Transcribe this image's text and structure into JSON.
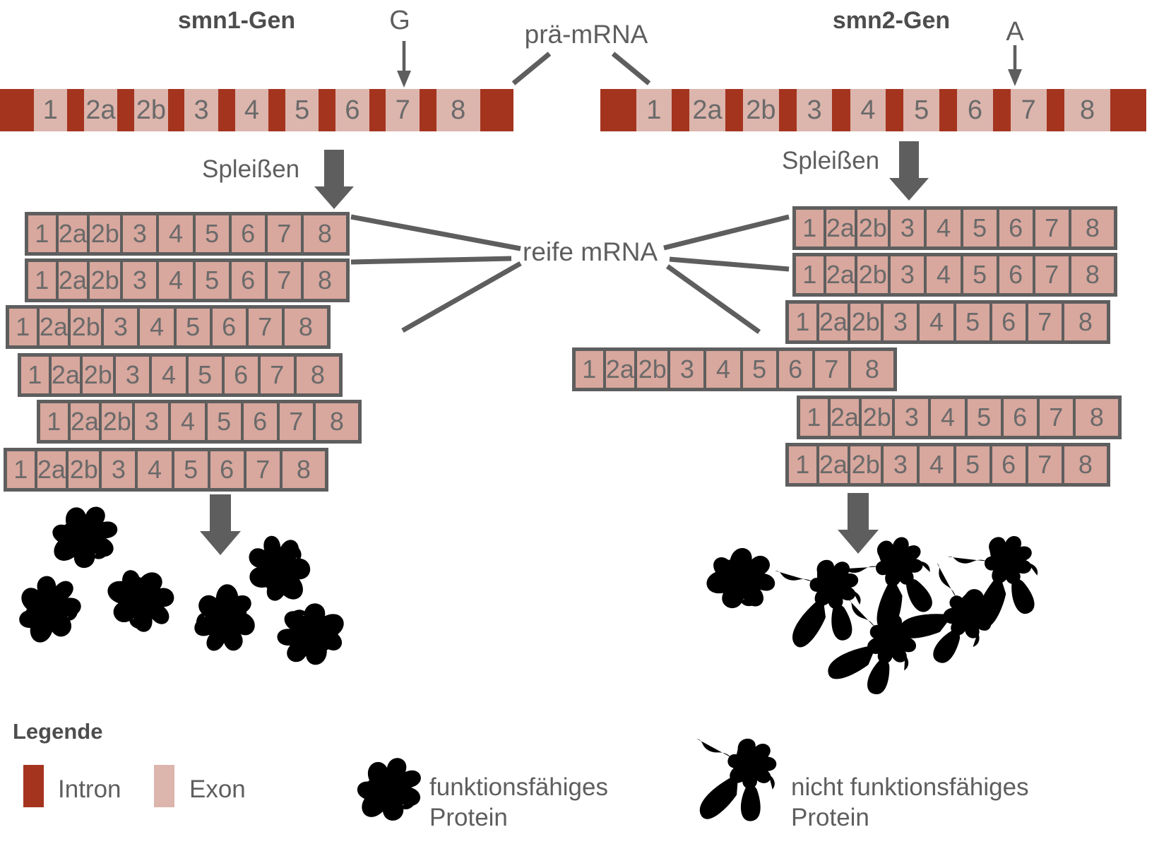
{
  "titles": {
    "left_gene": "smn1-Gen",
    "right_gene": "smn2-Gen",
    "mutation_left": "G",
    "mutation_right": "A",
    "pre_mrna": "prä-mRNA",
    "mature_mrna": "reife mRNA",
    "splicing_left": "Spleißen",
    "splicing_right": "Spleißen"
  },
  "gene_bar": {
    "segments": [
      {
        "type": "intron"
      },
      {
        "type": "exon",
        "label": "1"
      },
      {
        "type": "intron"
      },
      {
        "type": "exon",
        "label": "2a"
      },
      {
        "type": "intron"
      },
      {
        "type": "exon",
        "label": "2b"
      },
      {
        "type": "intron"
      },
      {
        "type": "exon",
        "label": "3"
      },
      {
        "type": "intron"
      },
      {
        "type": "exon",
        "label": "4"
      },
      {
        "type": "intron"
      },
      {
        "type": "exon",
        "label": "5"
      },
      {
        "type": "intron"
      },
      {
        "type": "exon",
        "label": "6"
      },
      {
        "type": "intron"
      },
      {
        "type": "exon",
        "label": "7"
      },
      {
        "type": "intron"
      },
      {
        "type": "exon",
        "label": "8"
      },
      {
        "type": "intron"
      }
    ]
  },
  "mrna": {
    "cells": [
      "1",
      "2a",
      "2b",
      "3",
      "4",
      "5",
      "6",
      "7",
      "8"
    ],
    "left_row_count": 6,
    "right_row_count": 6
  },
  "proteins": {
    "left_functional_count": 6,
    "right_functional_count": 1,
    "right_nonfunctional_count": 5
  },
  "legend": {
    "heading": "Legende",
    "intron_label": "Intron",
    "exon_label": "Exon",
    "functional_protein": "funktionsfähiges\nProtein",
    "nonfunctional_protein": "nicht funktionsfähiges\nProtein"
  },
  "colors": {
    "intron": "#A5341F",
    "exon": "#DCB5AD",
    "mrna_cell": "#D8A79D",
    "outline": "#5E5E5E",
    "ink": "#5E5E5E",
    "num": "#6A6A6A",
    "title_ink": "#4D4D4D"
  }
}
